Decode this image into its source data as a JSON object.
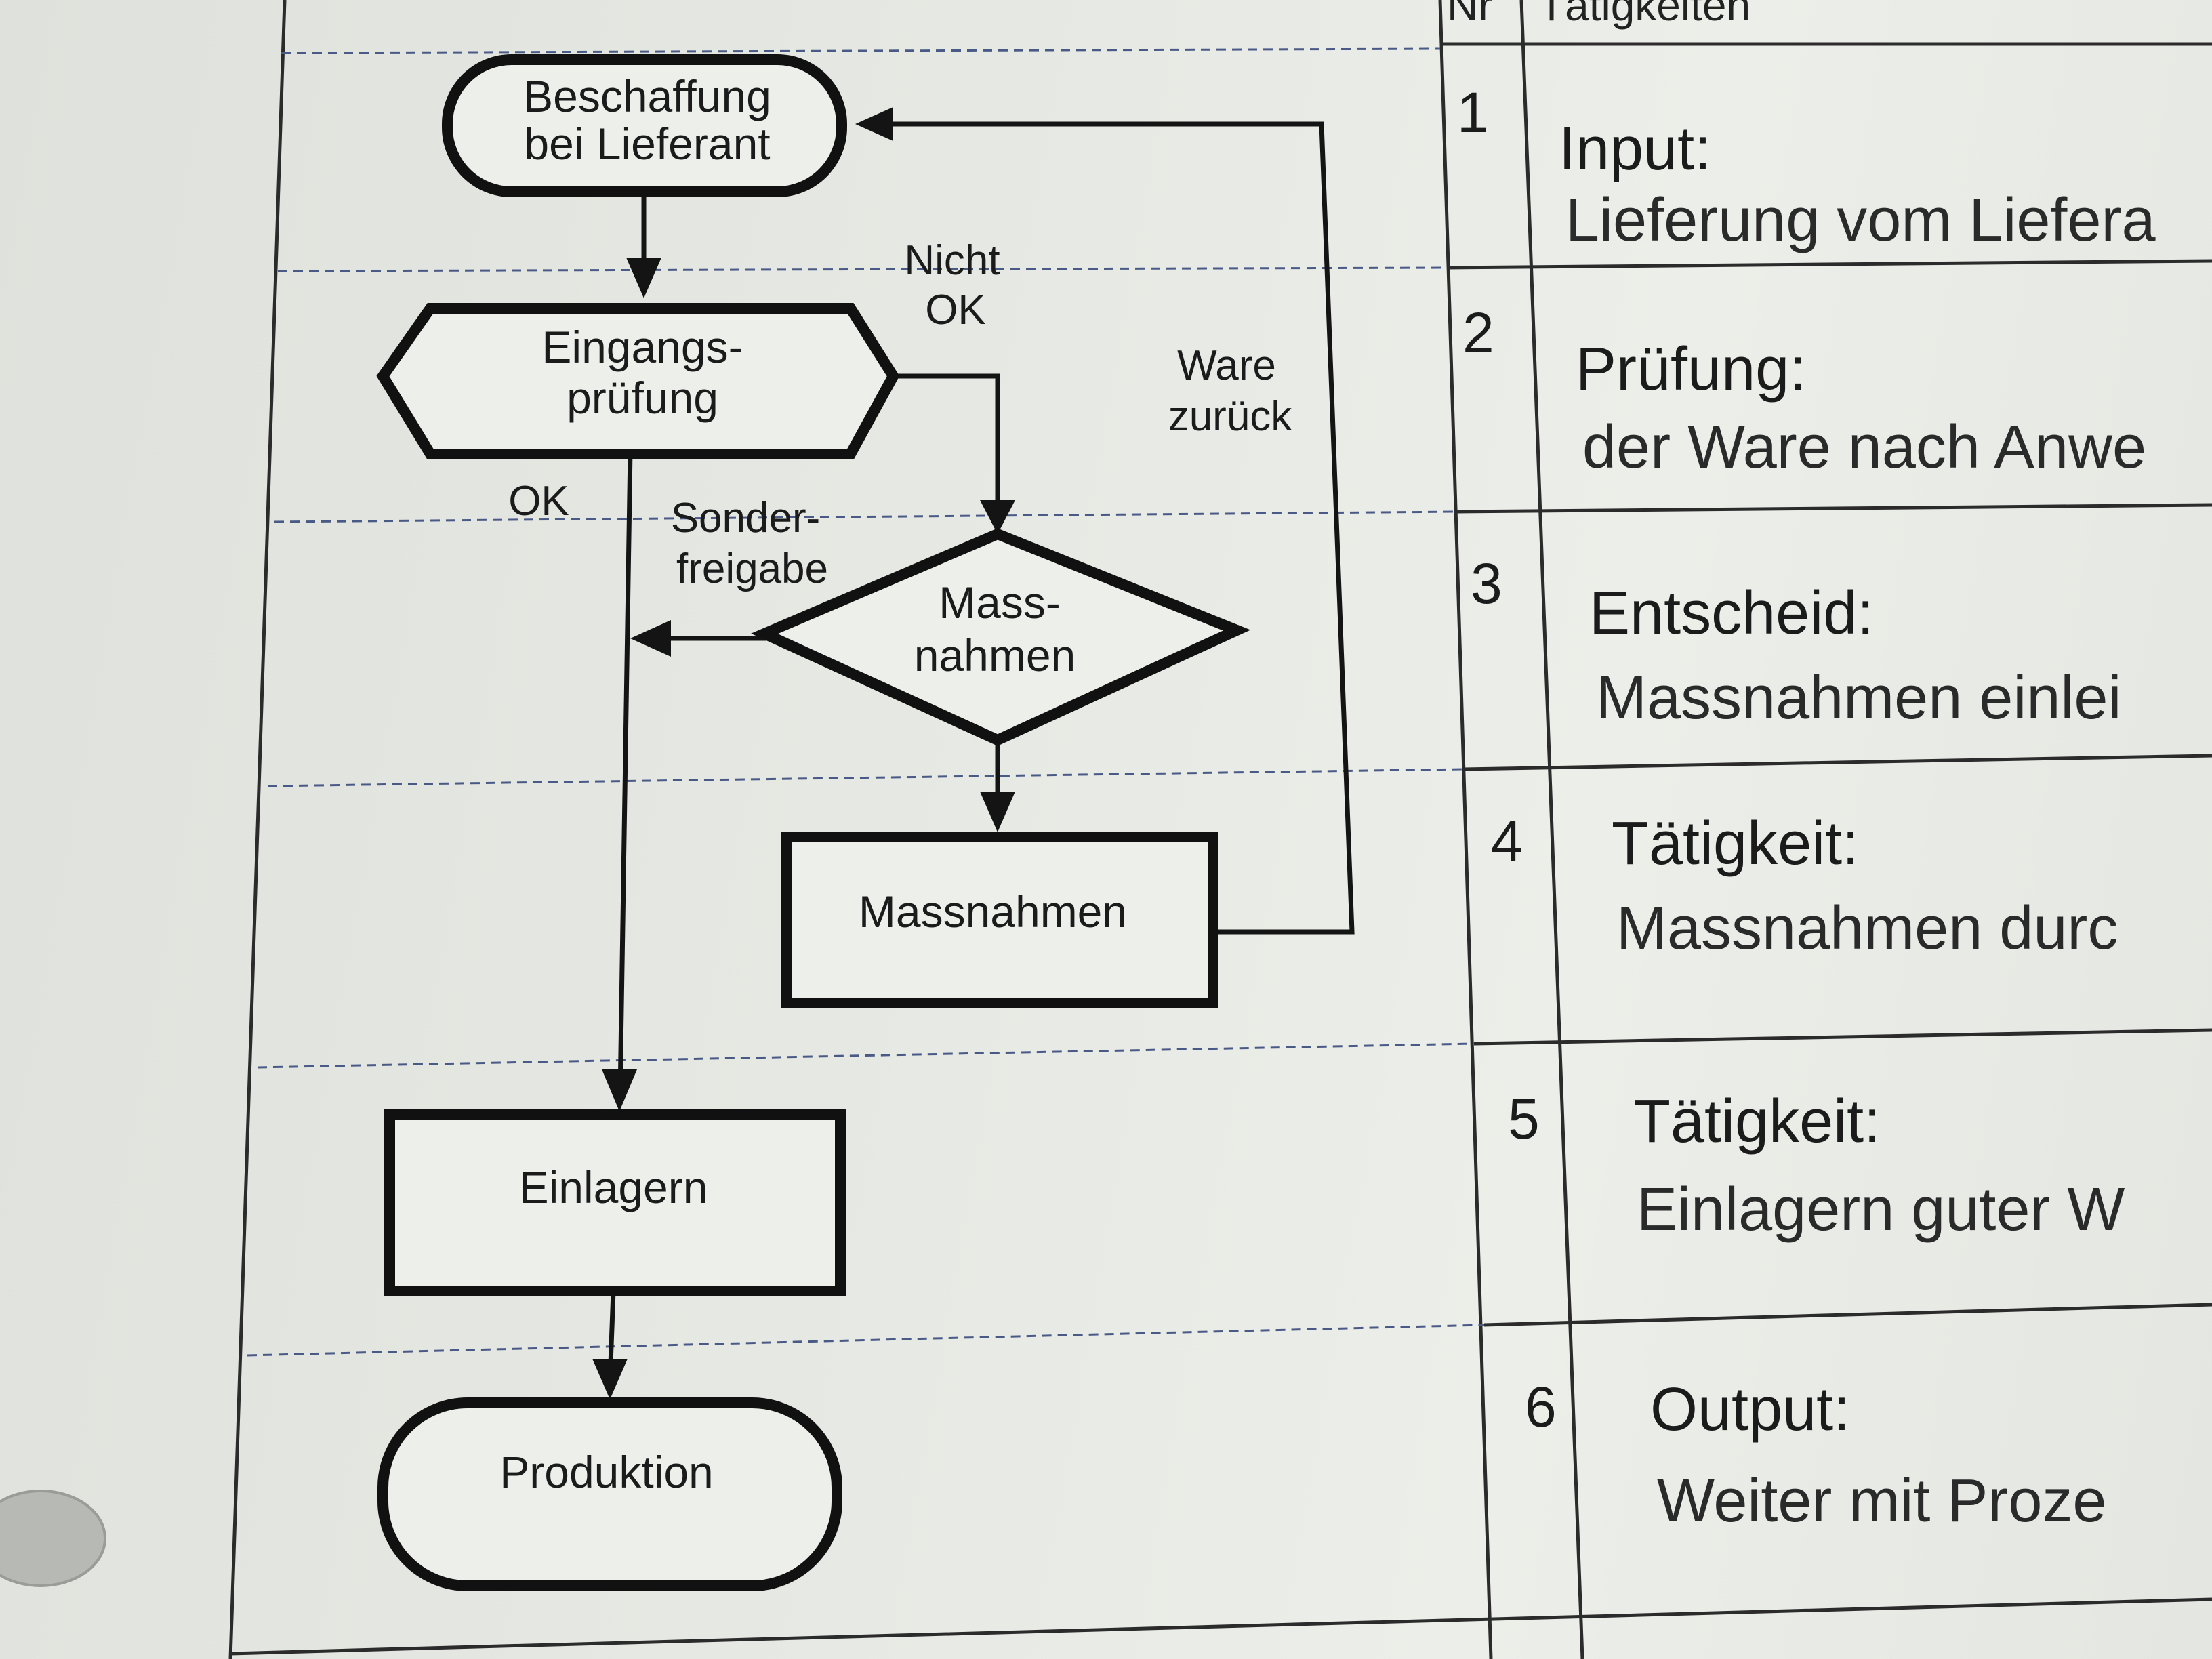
{
  "table_header": {
    "nr_label": "Nr",
    "activities_label": "Tätigkeiten"
  },
  "flowchart": {
    "nodes": {
      "beschaffung": {
        "lines": [
          "Beschaffung",
          "bei Lieferant"
        ]
      },
      "eingang": {
        "lines": [
          "Eingangs-",
          "prüfung"
        ]
      },
      "massnahmen_decision": {
        "lines": [
          "Mass-",
          "nahmen"
        ]
      },
      "massnahmen_box": {
        "lines": [
          "Massnahmen"
        ]
      },
      "einlagern": {
        "lines": [
          "Einlagern"
        ]
      },
      "produktion": {
        "lines": [
          "Produktion"
        ]
      }
    },
    "labels": {
      "nicht_ok": [
        "Nicht",
        "OK"
      ],
      "ware_zurueck": [
        "Ware",
        "zurück"
      ],
      "ok": [
        "OK"
      ],
      "sonderfreigabe": [
        "Sonder-",
        "freigabe"
      ]
    }
  },
  "steps": [
    {
      "nr": "1",
      "title": "Input:",
      "desc": "Lieferung vom Liefera"
    },
    {
      "nr": "2",
      "title": "Prüfung:",
      "desc": "der Ware nach Anwe"
    },
    {
      "nr": "3",
      "title": "Entscheid:",
      "desc": "Massnahmen einlei"
    },
    {
      "nr": "4",
      "title": "Tätigkeit:",
      "desc": "Massnahmen durc"
    },
    {
      "nr": "5",
      "title": "Tätigkeit:",
      "desc": "Einlagern guter W"
    },
    {
      "nr": "6",
      "title": "Output:",
      "desc": "Weiter mit Proze"
    }
  ]
}
